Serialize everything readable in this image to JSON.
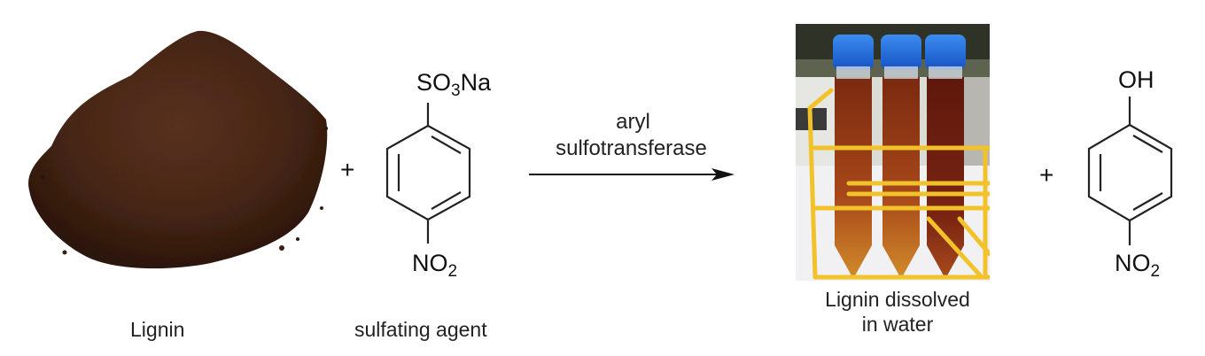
{
  "scheme": {
    "reactants": [
      {
        "name": "lignin",
        "label": "Lignin",
        "image": "brown-powder-pile"
      },
      {
        "name": "sulfating-agent",
        "label": "sulfating agent",
        "structure": {
          "top_group": {
            "main": "SO",
            "sub": "3",
            "rest": "Na"
          },
          "bottom_group": {
            "main": "NO",
            "sub": "2"
          },
          "ring": "benzene"
        }
      }
    ],
    "plus_1": "+",
    "arrow": {
      "line1": "aryl",
      "line2": "sulfotransferase"
    },
    "products": [
      {
        "name": "dissolved-lignin",
        "label_line1": "Lignin dissolved",
        "label_line2": "in water",
        "image": "three-tubes-in-yellow-rack"
      },
      {
        "name": "p-nitrophenol",
        "structure": {
          "top_group": {
            "main": "OH"
          },
          "bottom_group": {
            "main": "NO",
            "sub": "2"
          },
          "ring": "benzene"
        }
      }
    ],
    "plus_2": "+"
  },
  "colors": {
    "powder_dark": "#3a1f12",
    "powder_mid": "#5a3220",
    "tube_liquid": "#8a2e12",
    "tube_liquid_light": "#c4741e",
    "cap_blue": "#1f6fe0",
    "rack_yellow": "#f2c22a"
  }
}
